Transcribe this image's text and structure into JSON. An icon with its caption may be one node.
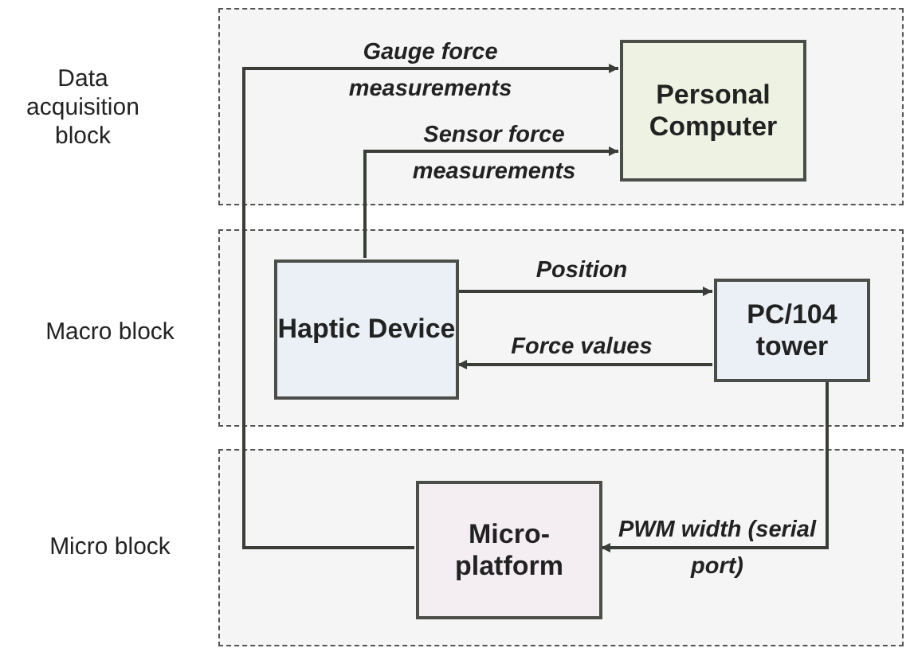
{
  "diagram": {
    "nodes": [
      {
        "text": [
          "Data acquisition block"
        ]
      },
      {
        "text": [
          "Personal Computer"
        ],
        "in": 0
      },
      {
        "text": [
          "Macro block"
        ]
      },
      {
        "text": [
          "Haptic Device"
        ],
        "in": 2
      },
      {
        "text": [
          "PC/104 tower"
        ],
        "in": 2
      },
      {
        "text": [
          "Micro block"
        ]
      },
      {
        "text": [
          "Micro-platform"
        ],
        "in": 5
      }
    ],
    "edges": [
      {
        "from": 6,
        "to": 1,
        "arrow": "to",
        "label": "Gauge force measurements"
      },
      {
        "from": 3,
        "to": 1,
        "arrow": "to",
        "label": "Sensor force measurements"
      },
      {
        "from": 3,
        "to": 4,
        "arrow": "to",
        "label": "Position"
      },
      {
        "from": 4,
        "to": 3,
        "arrow": "to",
        "label": "Force values"
      },
      {
        "from": 4,
        "to": 6,
        "arrow": "to",
        "label": "PWM width (serial port)"
      }
    ]
  }
}
